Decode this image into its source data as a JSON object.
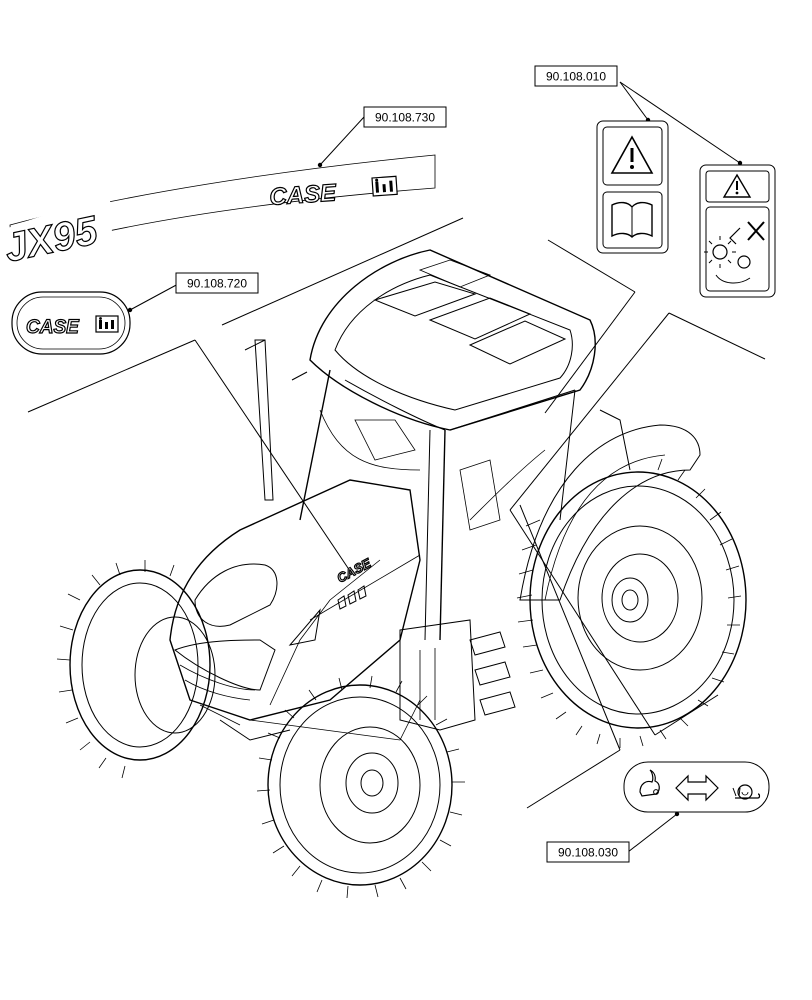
{
  "callouts": {
    "label_730": "90.108.730",
    "label_720": "90.108.720",
    "label_010": "90.108.010",
    "label_030": "90.108.030"
  },
  "decals": {
    "model_stripe": "JX95",
    "brand_stripe": "CASE",
    "brand_badge": "CASE",
    "hood_brand": "CASE"
  },
  "icons": {
    "warning_panel_a": [
      "warning-triangle-icon",
      "operator-manual-icon"
    ],
    "warning_panel_b": [
      "warning-triangle-icon",
      "rotating-parts-hazard-icon"
    ],
    "speed_selector_panel": [
      "rabbit-fast-icon",
      "double-arrow-icon",
      "snail-slow-icon"
    ]
  },
  "colors": {
    "ink": "#000000",
    "paper": "#ffffff",
    "decal_fill": "#f2f2f2"
  }
}
